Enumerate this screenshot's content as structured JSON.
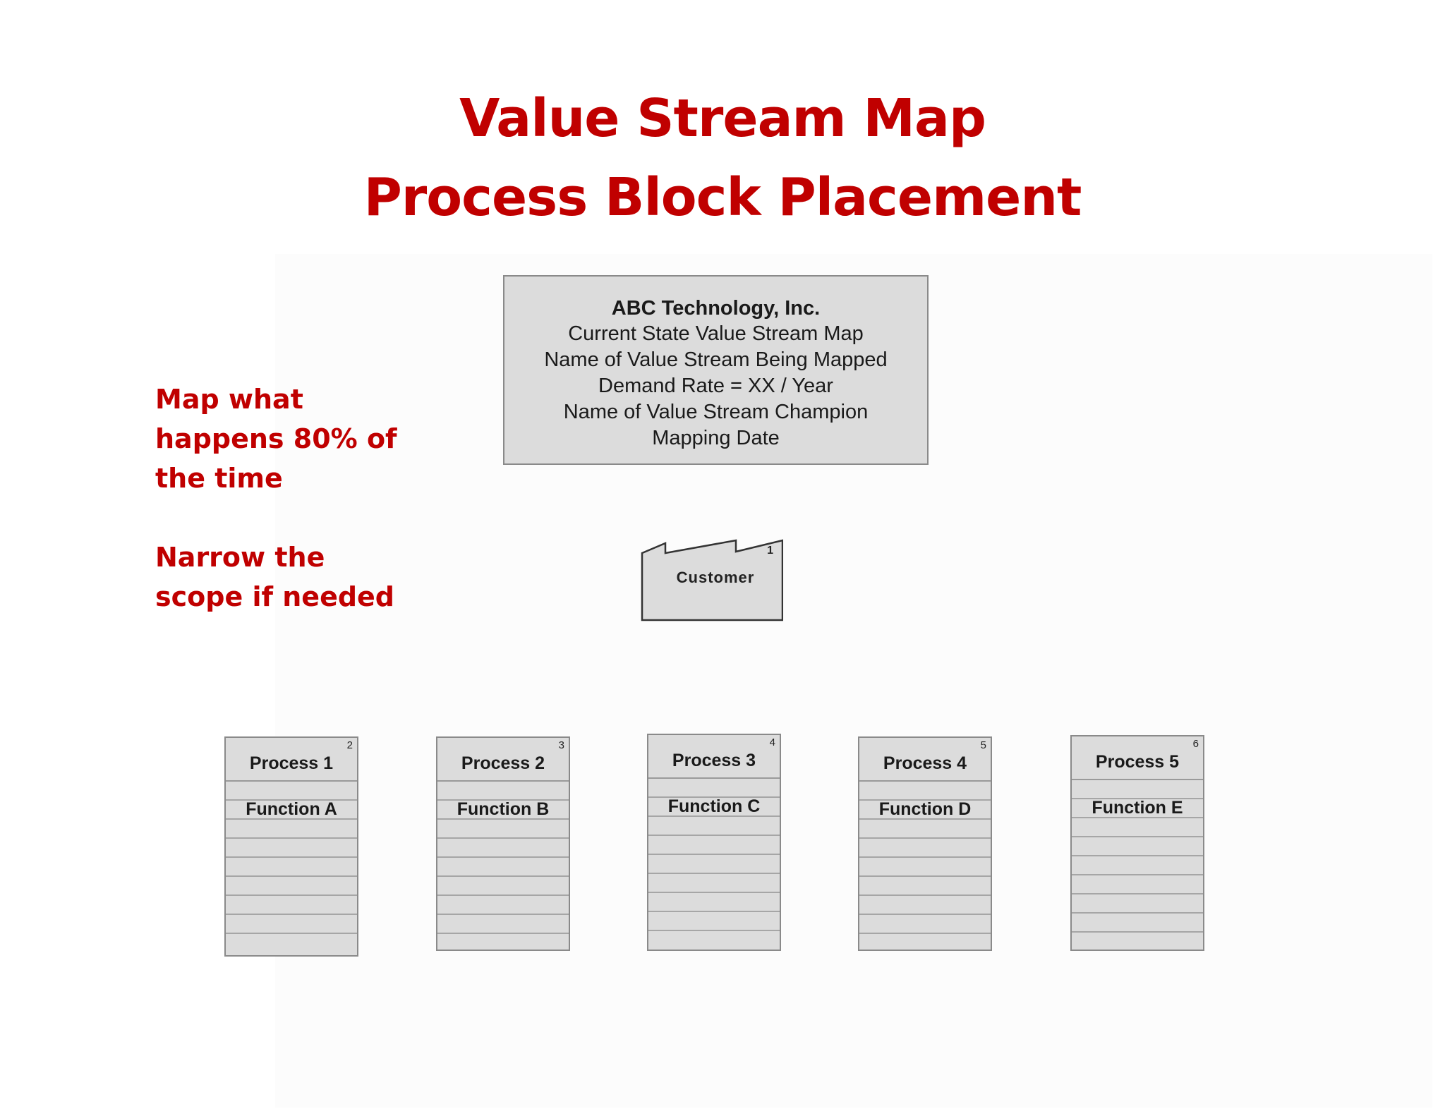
{
  "title": {
    "line1": "Value Stream Map",
    "line2": "Process Block Placement"
  },
  "notes": {
    "first": [
      "Map what",
      "happens 80% of",
      "the time"
    ],
    "second": [
      "Narrow the",
      "scope if needed"
    ]
  },
  "info_box": {
    "company": "ABC Technology, Inc.",
    "lines": [
      "Current State Value Stream Map",
      "Name of Value Stream Being Mapped",
      "Demand Rate = XX / Year",
      "Name of Value Stream Champion",
      "Mapping Date"
    ]
  },
  "customer": {
    "label": "Customer",
    "number": "1"
  },
  "processes": [
    {
      "name": "Process 1",
      "function": "Function A",
      "number": "2"
    },
    {
      "name": "Process 2",
      "function": "Function B",
      "number": "3"
    },
    {
      "name": "Process 3",
      "function": "Function C",
      "number": "4"
    },
    {
      "name": "Process 4",
      "function": "Function D",
      "number": "5"
    },
    {
      "name": "Process 5",
      "function": "Function E",
      "number": "6"
    }
  ],
  "colors": {
    "accent_red": "#c00000",
    "box_fill": "#dcdcdc",
    "box_border": "#8a8a8a"
  }
}
